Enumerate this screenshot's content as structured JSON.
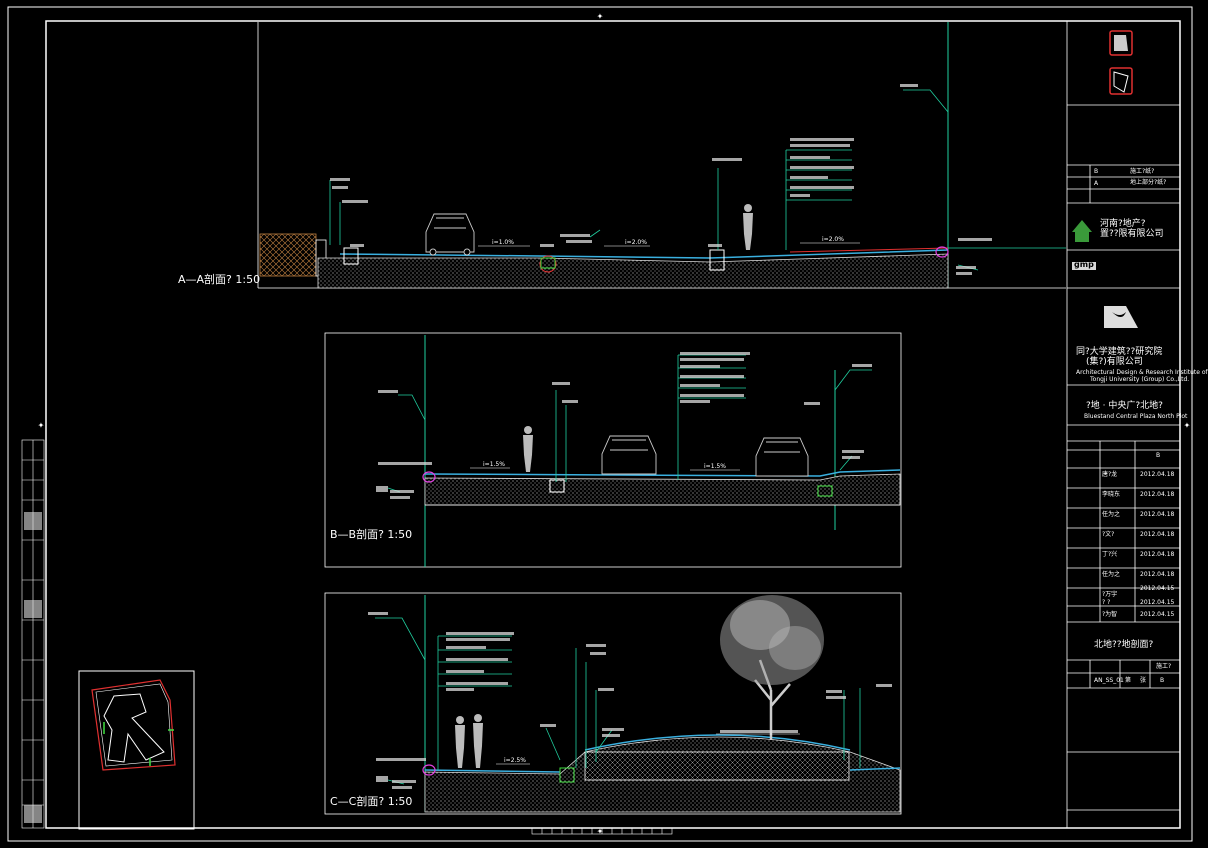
{
  "sections": {
    "aa_title": "A—A剖面? 1:50",
    "bb_title": "B—B剖面? 1:50",
    "cc_title": "C—C剖面? 1:50"
  },
  "slopes": {
    "a1": "i=1.0%",
    "a2": "i=2.0%",
    "a3": "i=2.0%",
    "b1": "i=1.5%",
    "b2": "i=1.5%",
    "c1": "i=2.5%"
  },
  "title_block": {
    "rev_b_label": "B",
    "rev_b_text": "施工?纸?",
    "rev_a_label": "A",
    "rev_a_text": "地上部分?纸?",
    "company_cn_1": "河南?地产?",
    "company_cn_2": "置??限有限公司",
    "firm_logo": "gmp",
    "institute_cn_1": "同?大学建筑??研究院",
    "institute_cn_2": "(集?)有限公司",
    "institute_en_1": "Architectural Design & Research Institute of",
    "institute_en_2": "Tongji University (Group) Co.,Ltd.",
    "project_cn": "?地 · 中央广?北地?",
    "project_en": "Bluestand Central Plaza North Plot",
    "col_b": "B",
    "names": [
      "唐?龙",
      "李晓东",
      "任为之",
      "?文?",
      "丁?兴",
      "任为之",
      "?万宇",
      "?  ?",
      "?为智"
    ],
    "dates": [
      "2012.04.18",
      "2012.04.18",
      "2012.04.18",
      "2012.04.18",
      "2012.04.18",
      "2012.04.18",
      "2012.04.15",
      "2012.04.15",
      "2012.04.15"
    ],
    "drawing_title": "北地??地剖面?",
    "drawing_no": "AN_SS_01",
    "phase_label": "施工?",
    "rev_no": "B",
    "sheet_a": "第",
    "sheet_b": "张"
  }
}
